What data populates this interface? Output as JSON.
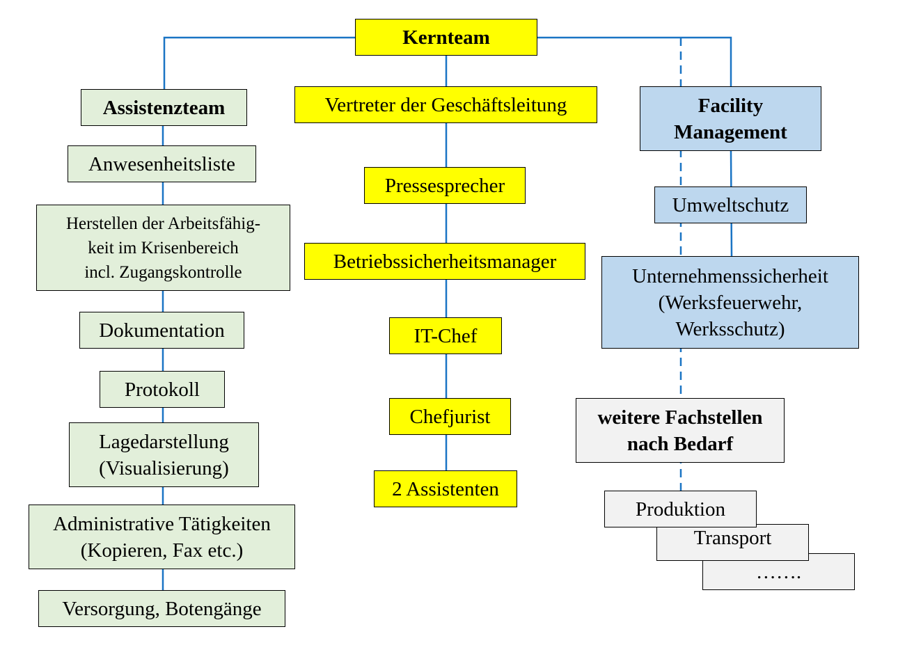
{
  "colors": {
    "core": "#ffff00",
    "assist": "#e2efda",
    "facility": "#bdd7ee",
    "further": "#f2f2f2",
    "connector": "#1a74c4"
  },
  "core": {
    "title": "Kernteam"
  },
  "assist": {
    "title": "Assistenzteam",
    "items": [
      "Anwesenheitsliste",
      "Herstellen der Arbeitsfähig-\nkeit im Krisenbereich\nincl. Zugangskontrolle",
      "Dokumentation",
      "Protokoll",
      "Lagedarstellung\n(Visualisierung)",
      "Administrative Tätigkeiten\n(Kopieren, Fax etc.)",
      "Versorgung, Botengänge"
    ]
  },
  "center": {
    "items": [
      "Vertreter der Geschäftsleitung",
      "Pressesprecher",
      "Betriebssicherheitsmanager",
      "IT-Chef",
      "Chefjurist",
      "2 Assistenten"
    ]
  },
  "facility": {
    "title": "Facility\nManagement",
    "items": [
      "Umweltschutz",
      "Unternehmenssicherheit\n(Werksfeuerwehr,\nWerksschutz)"
    ]
  },
  "further": {
    "title": "weitere Fachstellen\nnach Bedarf",
    "items": [
      "Produktion",
      "Transport",
      "……."
    ]
  }
}
